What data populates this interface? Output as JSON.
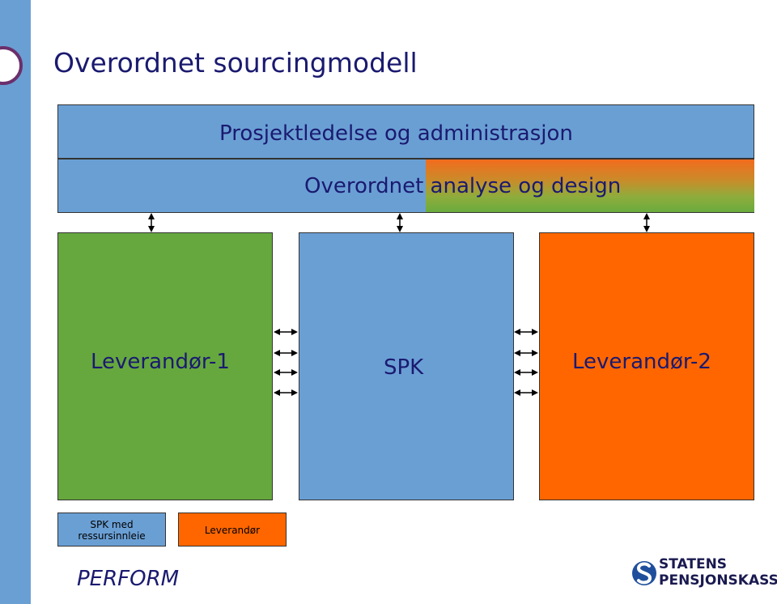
{
  "slide": {
    "title": "Overordnet sourcingmodell",
    "top_bar": "Prosjektledelse og administrasjon",
    "second_bar": "Overordnet analyse og design",
    "columns": {
      "left": "Leverandør-1",
      "middle": "SPK",
      "right": "Leverandør-2"
    },
    "legend": {
      "spk_line1": "SPK med",
      "spk_line2": "ressursinnleie",
      "leverandor": "Leverandør"
    },
    "footer_left": "PERFORM",
    "logo": {
      "line1": "STATENS",
      "line2": "PENSJONSKASSE",
      "icon": "statens-pensjonskasse-s-logo"
    }
  },
  "colors": {
    "blue": "#6a9fd4",
    "green": "#66a83e",
    "orange": "#ff6600",
    "title_text": "#1a1a70",
    "sidebar": "#6a9fd4"
  }
}
